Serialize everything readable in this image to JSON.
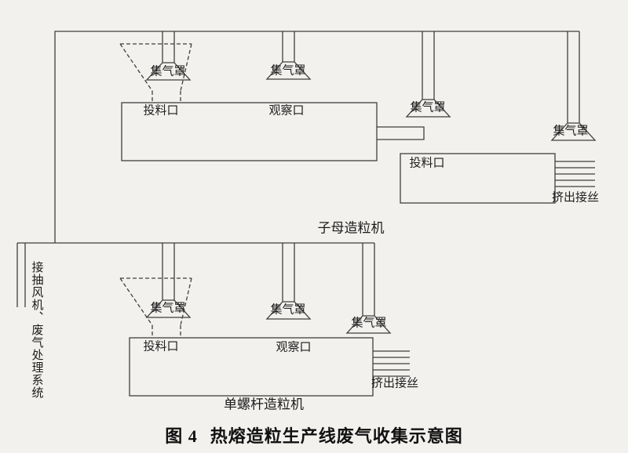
{
  "background": "#f2f1ee",
  "line_color": "#3f3f3f",
  "exhaust_label": "接抽风机、废气处理系统",
  "caption": {
    "figure_no": "图 4",
    "title": "热熔造粒生产线废气收集示意图"
  },
  "top_machine": {
    "name": "子母造粒机",
    "hopper_hood": "集气罩",
    "feed_port": "投料口",
    "observe_hood": "集气罩",
    "observe_port": "观察口",
    "feed2_hood": "集气罩",
    "feed_port_2": "投料口",
    "extrude_hood": "集气罩",
    "extrude_label": "挤出接丝"
  },
  "bottom_machine": {
    "name": "单螺杆造粒机",
    "hopper_hood": "集气罩",
    "feed_port": "投料口",
    "observe_hood": "集气罩",
    "observe_port": "观察口",
    "extrude_hood": "集气罩",
    "extrude_label": "挤出接丝"
  }
}
